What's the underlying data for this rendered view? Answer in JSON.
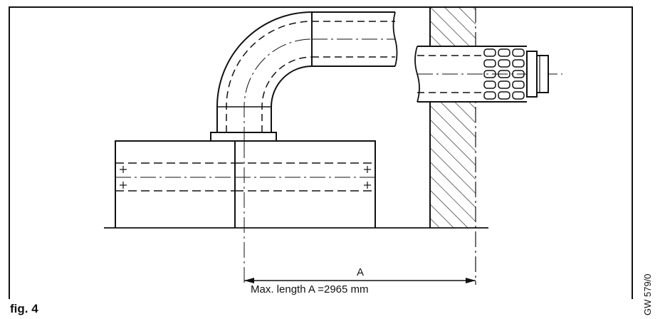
{
  "figure": {
    "caption": "fig. 4",
    "dimension_label": "A",
    "max_length_text": "Max. length A =2965 mm",
    "reference_code": "GW 579/0"
  },
  "colors": {
    "line": "#111111",
    "background": "#ffffff"
  }
}
